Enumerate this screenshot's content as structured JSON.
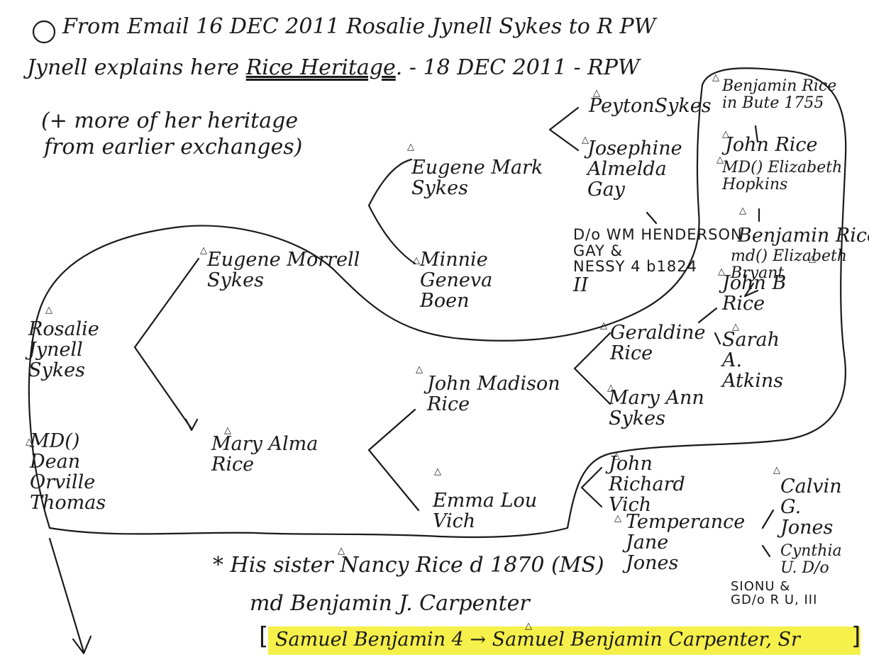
{
  "header": {
    "line1": "From Email 16 DEC 2011 Rosalie Jynell Sykes to R PW",
    "line2_pre": "Jynell explains here ",
    "line2_underlined": "Rice Heritage",
    "line2_post": ". - 18 DEC 2011 - RPW",
    "note1": "(+ more of her heritage",
    "note2": "from earlier exchanges)"
  },
  "people": {
    "rosalie": "Rosalie\nJynell\nSykes",
    "md_dean": "MD()\nDean\nOrville\nThomas",
    "eugene_morrell": "Eugene Morrell\nSykes",
    "mary_alma": "Mary Alma\nRice",
    "eugene_mark": "Eugene Mark\nSykes",
    "minnie": "Minnie\nGeneva\nBoen",
    "peyton": "PeytonSykes",
    "josephine": "Josephine\nAlmelda\nGay",
    "dau_wm": "D/o WM HENDERSON\nGAY &\nNESSY 4 b1824",
    "john_madison": "John Madison\nRice",
    "emma_lou": "Emma Lou\nVich",
    "geraldine": "Geraldine\nRice",
    "mary_ann": "Mary Ann\nSykes",
    "sarah": "Sarah\nA.\nAtkins",
    "john_b": "John B\nRice",
    "benjamin_rice": "Benjamin Rice\nin Bute 1755",
    "john_rice": "John Rice",
    "md_elizabeth_hopkins": "MD() Elizabeth\nHopkins",
    "benjamin_rice_2": "Benjamin Rice",
    "md_elizabeth_bryant": "md() Elizabeth\nBryant",
    "john_richard": "John\nRichard\nVich",
    "temperance": "Temperance\nJane\nJones",
    "calvin": "Calvin\nG.\nJones",
    "cynthia": "Cynthia\nU. D/o",
    "simon": "SIONU &\nGD/o R U, III",
    "roman_ii": "II"
  },
  "footer": {
    "sister": "* His sister Nancy Rice d 1870 (MS)",
    "married": "md Benjamin J. Carpenter",
    "highlight": "Samuel Benjamin 4 → Samuel Benjamin Carpenter, Sr"
  },
  "colors": {
    "ink": "#1a1a1a",
    "highlight": "#f6f04a",
    "paper": "#ffffff"
  }
}
